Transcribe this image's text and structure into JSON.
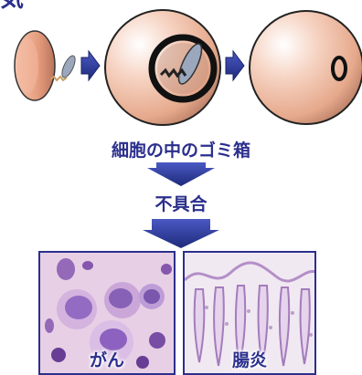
{
  "header": {
    "fragment": "気"
  },
  "captions": {
    "trash_box": "細胞の中のゴミ箱",
    "malfunction": "不具合"
  },
  "panels": {
    "cancer_label": "がん",
    "colitis_label": "腸炎"
  },
  "colors": {
    "accent": "#2b2f8c",
    "cell": "#e6a98c",
    "arrow": "#2d3a99"
  },
  "icons": [
    "process-arrow-icon",
    "down-arrow-icon",
    "cell-sphere",
    "membrane-disc",
    "autophagosome-ring"
  ]
}
